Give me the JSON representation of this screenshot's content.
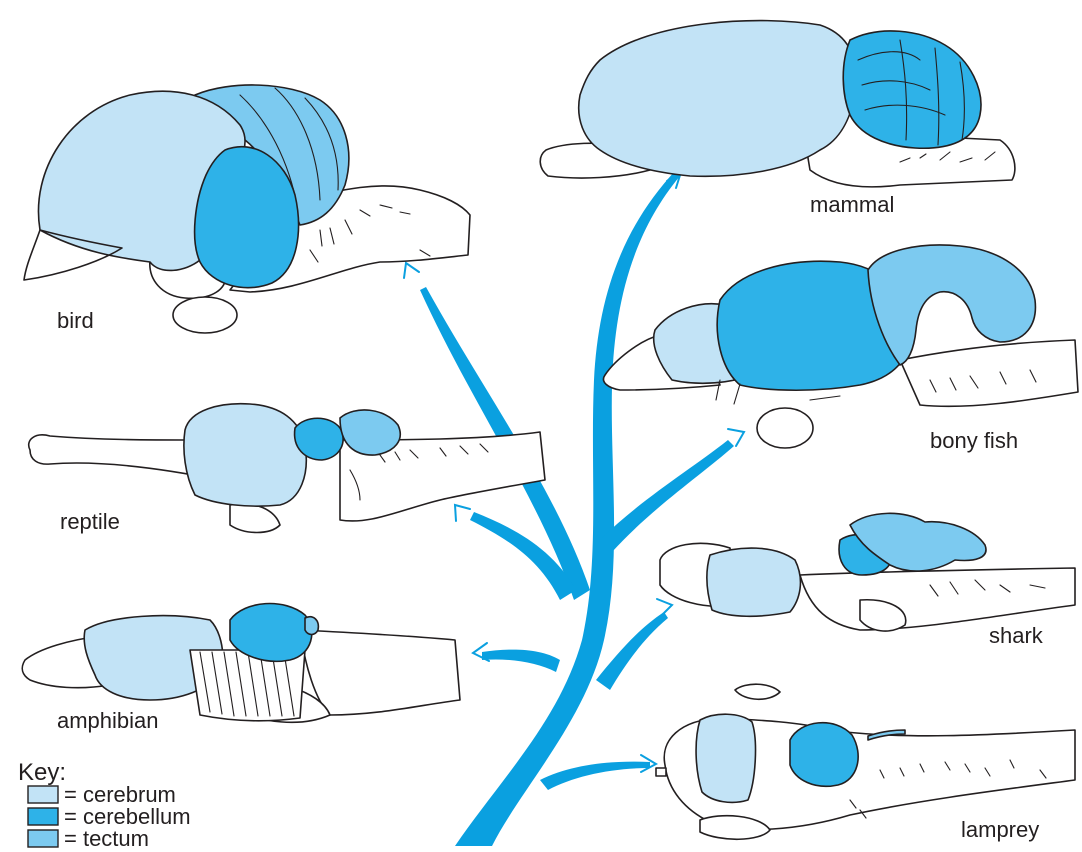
{
  "colors": {
    "cerebrum": "#c2e3f6",
    "cerebellum": "#2eb2e8",
    "tectum": "#7ccaf0",
    "tree": "#0aa0e0",
    "outline": "#231f20"
  },
  "animals": {
    "bird": "bird",
    "mammal": "mammal",
    "reptile": "reptile",
    "bony_fish": "bony fish",
    "amphibian": "amphibian",
    "shark": "shark",
    "lamprey": "lamprey"
  },
  "key": {
    "title": "Key:",
    "items": [
      {
        "label": "= cerebrum",
        "region": "cerebrum"
      },
      {
        "label": "= cerebellum",
        "region": "cerebellum"
      },
      {
        "label": "= tectum",
        "region": "tectum"
      }
    ]
  }
}
